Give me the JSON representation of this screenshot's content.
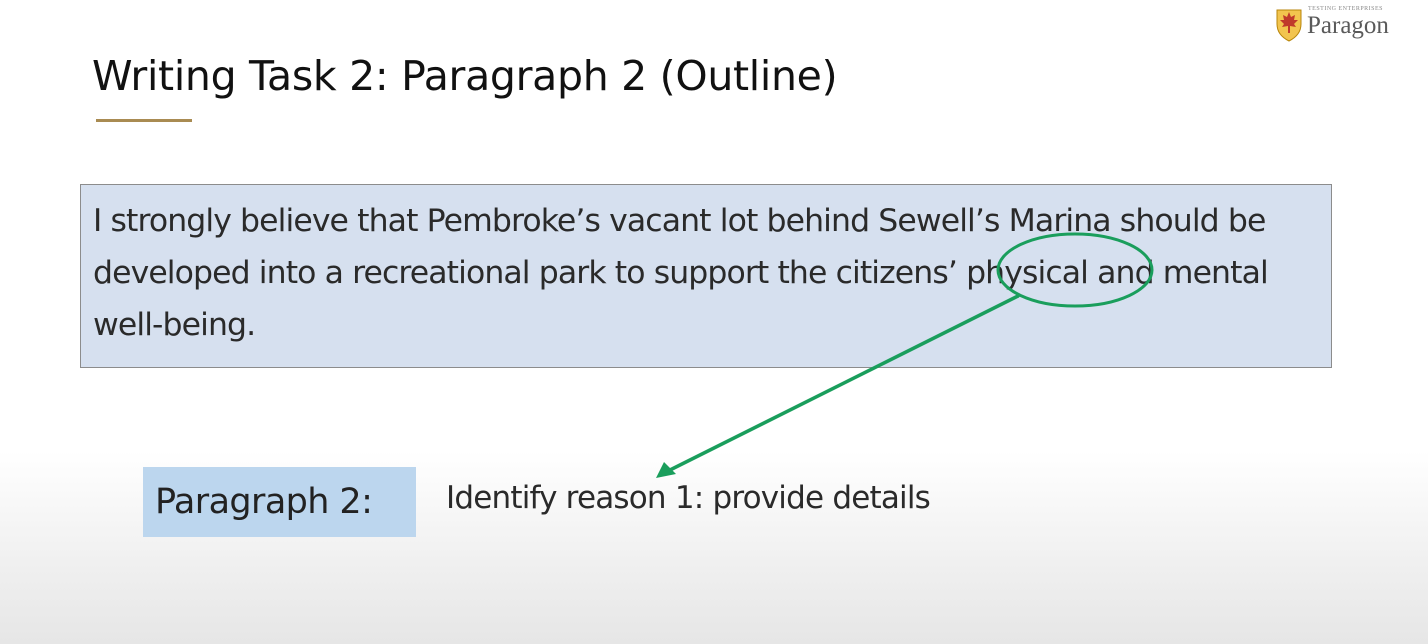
{
  "logo": {
    "name": "Paragon",
    "tagline": "TESTING ENTERPRISES",
    "icon": "maple-leaf-shield-icon"
  },
  "slide": {
    "title": "Writing Task 2: Paragraph 2 (Outline)",
    "thesis": "I strongly believe that Pembroke’s vacant lot behind Sewell’s Marina should be developed into a recreational park to support the citizens’ physical and mental well-being.",
    "paragraph_label": "Paragraph 2:",
    "paragraph_description": "Identify reason 1: provide details"
  },
  "annotation": {
    "circled_word": "physical",
    "color": "#1a9e5c",
    "icon": "arrow-icon"
  },
  "colors": {
    "title_rule": "#a98b52",
    "thesis_background": "#d6e0ef",
    "label_background": "#bcd6ee",
    "annotation": "#1a9e5c"
  }
}
